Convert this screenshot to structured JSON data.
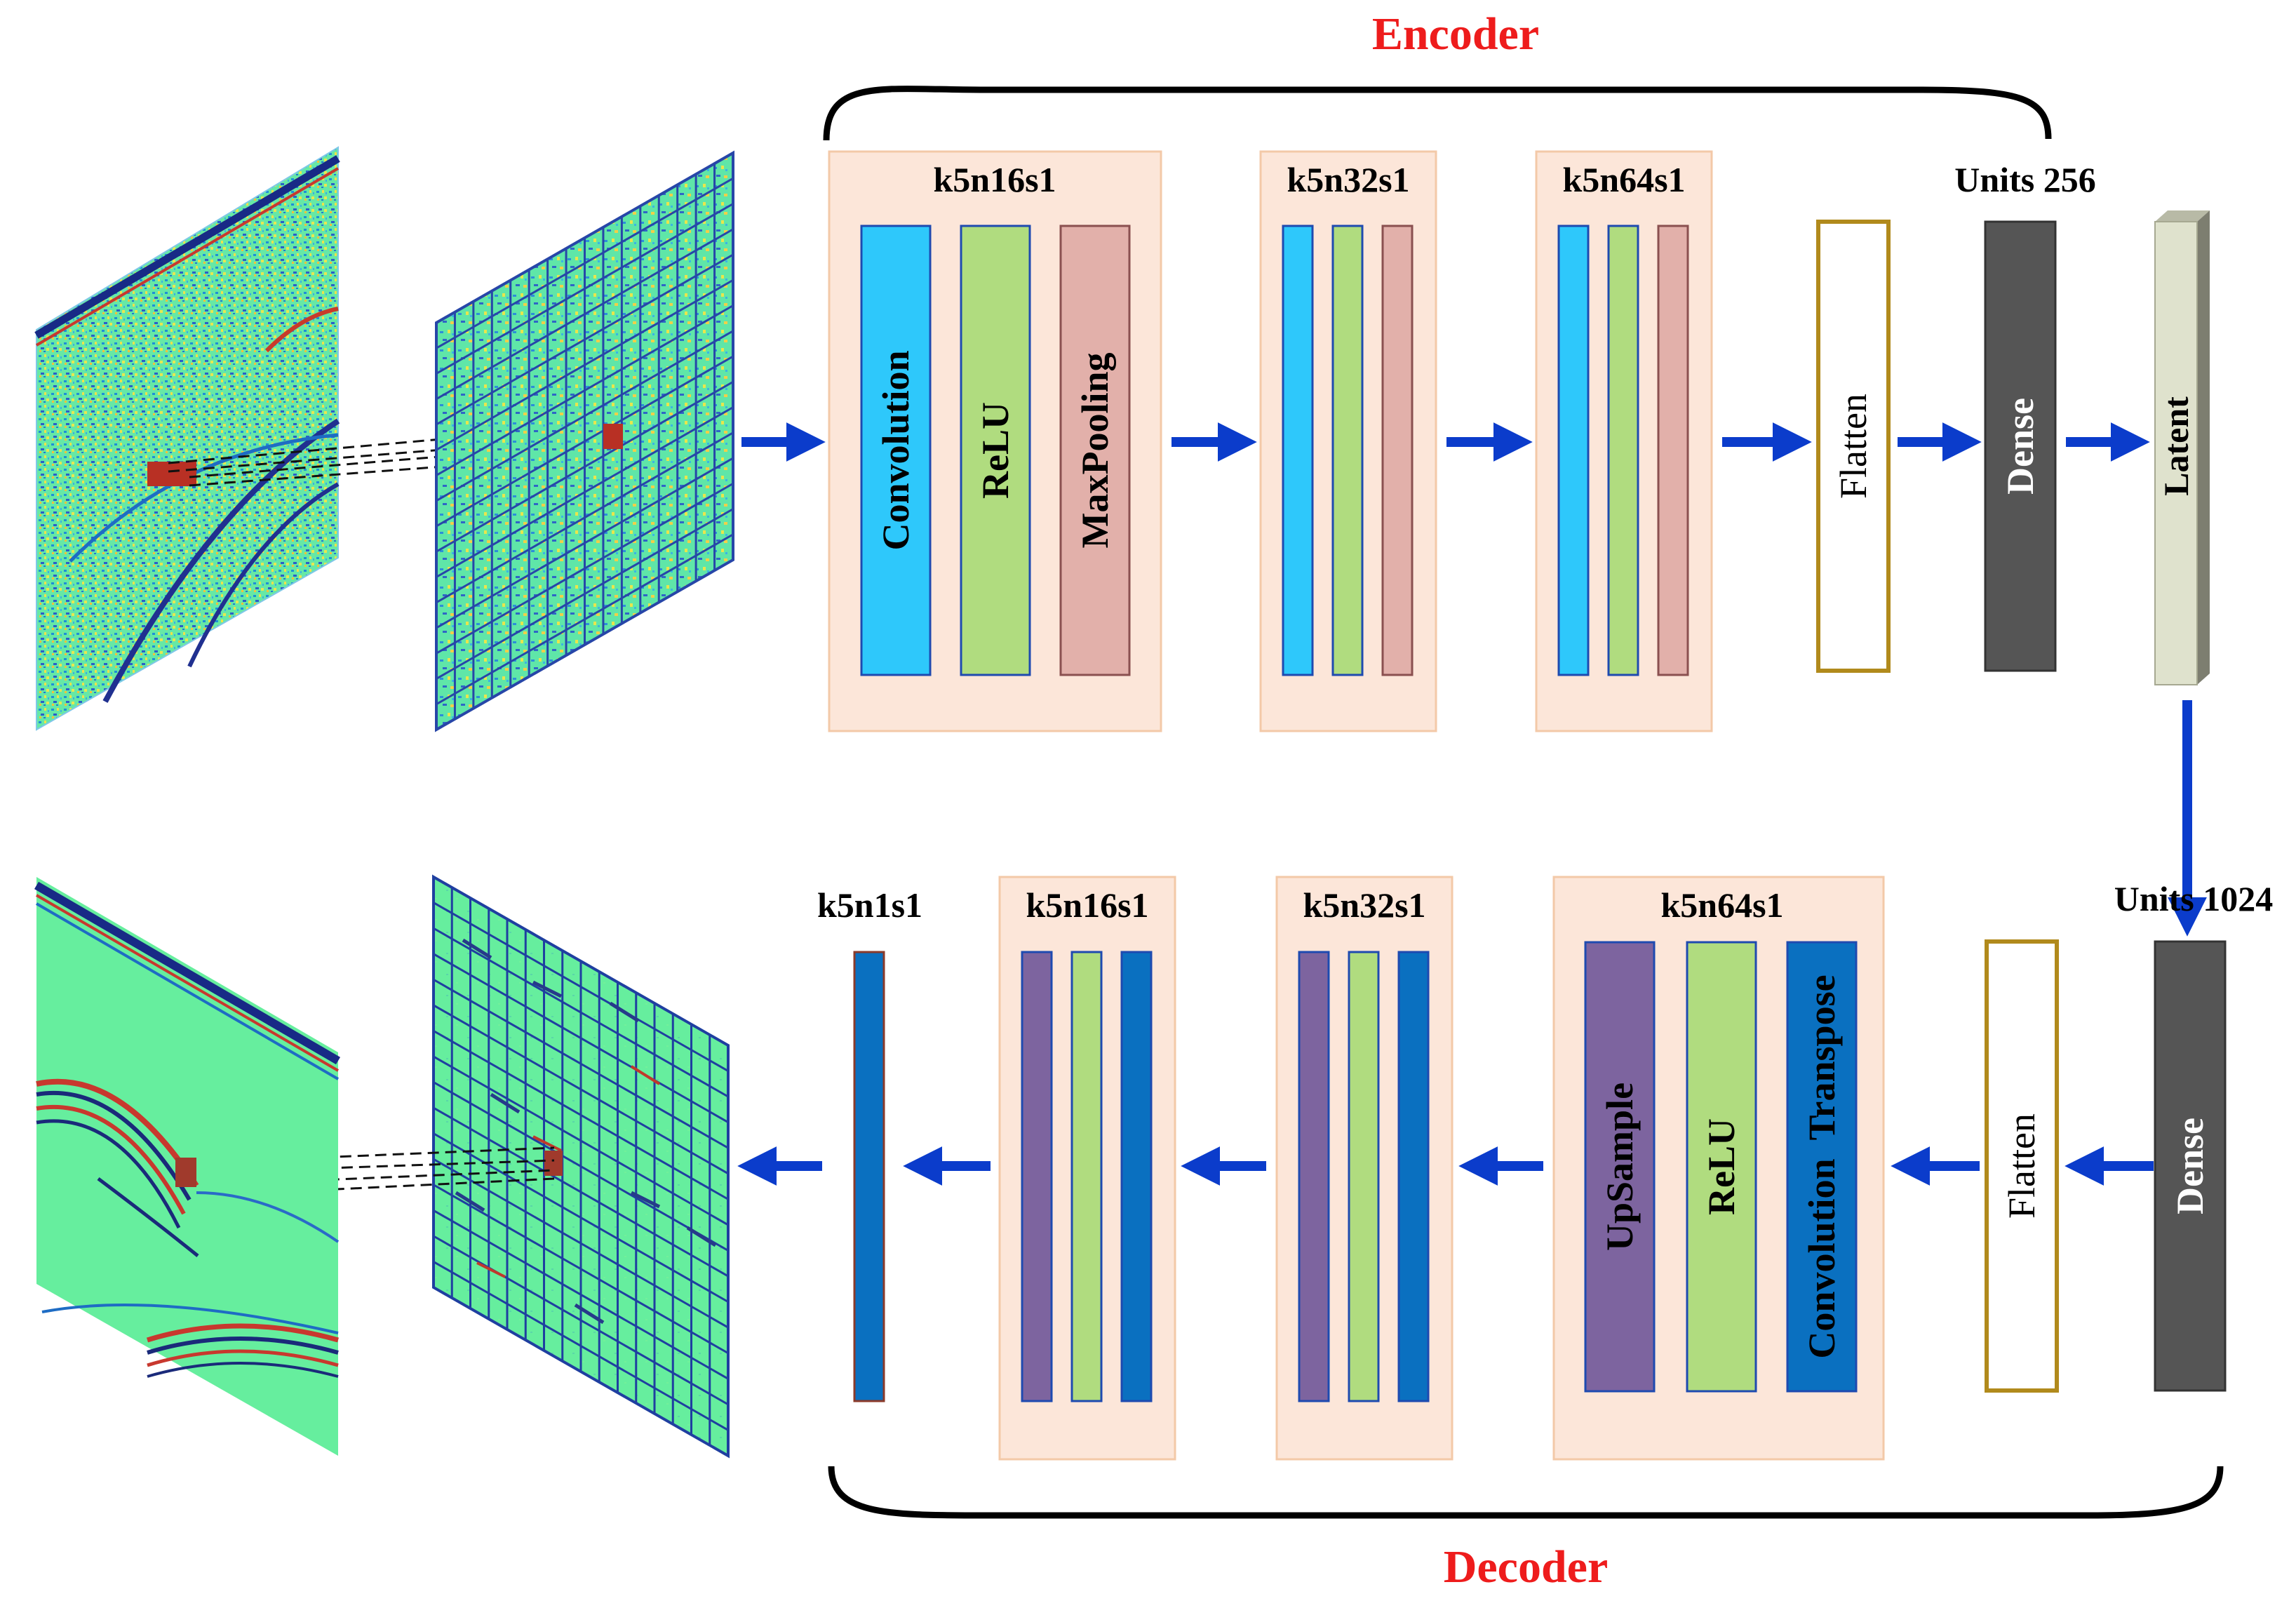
{
  "encoder": {
    "title": "Encoder",
    "blocks": [
      {
        "label": "k5n16s1",
        "layers": [
          "Convolution",
          "ReLU",
          "MaxPooling"
        ]
      },
      {
        "label": "k5n32s1"
      },
      {
        "label": "k5n64s1"
      }
    ],
    "flatten": "Flatten",
    "dense": "Dense",
    "dense_units": "Units 256",
    "latent": "Latent"
  },
  "decoder": {
    "title": "Decoder",
    "dense": "Dense",
    "dense_units": "Units 1024",
    "flatten": "Flatten",
    "blocks": [
      {
        "label": "k5n64s1",
        "layers": [
          "UpSample",
          "ReLU",
          "Convolution  Transpose"
        ]
      },
      {
        "label": "k5n32s1"
      },
      {
        "label": "k5n16s1"
      },
      {
        "label": "k5n1s1"
      }
    ]
  },
  "colors": {
    "title_red": "#ee1c1c",
    "block_bg": "#fce6d9",
    "block_border": "#f3c9a8",
    "convolution": "#2ec8fb",
    "relu": "#b0dc7f",
    "maxpooling": "#e2b0aa",
    "upsample": "#7d649f",
    "conv_transpose": "#0a70c0",
    "dense": "#555555",
    "latent": "#dfe2cd",
    "flatten_border": "#b18a1c",
    "arrow": "#0b3ccb"
  }
}
